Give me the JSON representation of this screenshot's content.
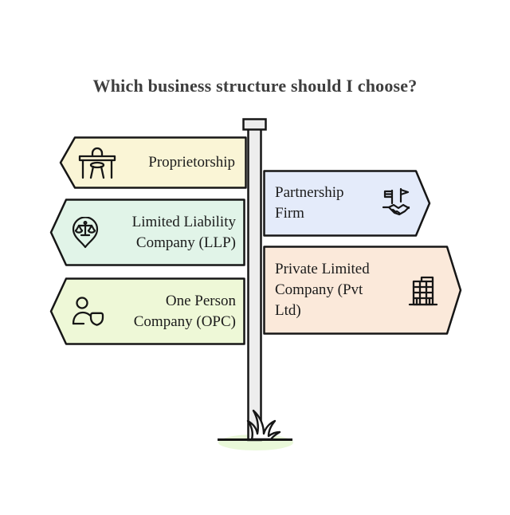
{
  "title": "Which business structure should I choose?",
  "colors": {
    "background": "#ffffff",
    "outline": "#161616",
    "title_text": "#3e3e3e",
    "sign_text": "#1b1b1b",
    "pole_fill": "#ededed",
    "grass_fill": "#ffffff",
    "ground_shadow": "#e9f8d9"
  },
  "signs": [
    {
      "id": "proprietorship",
      "direction": "left",
      "color": "#faf5d6",
      "icon": "desk-icon",
      "lines": [
        "Proprietorship"
      ]
    },
    {
      "id": "partnership-firm",
      "direction": "right",
      "color": "#e4ebfa",
      "icon": "handshake-flags-icon",
      "lines": [
        "Partnership",
        "Firm"
      ]
    },
    {
      "id": "llp",
      "direction": "left",
      "color": "#e1f4e8",
      "icon": "scales-pin-icon",
      "lines": [
        "Limited Liability",
        "Company (LLP)"
      ]
    },
    {
      "id": "pvt-ltd",
      "direction": "right",
      "color": "#fbe9da",
      "icon": "building-icon",
      "lines": [
        "Private Limited",
        "Company (Pvt",
        "Ltd)"
      ]
    },
    {
      "id": "opc",
      "direction": "left",
      "color": "#eef8d7",
      "icon": "person-shield-icon",
      "lines": [
        "One Person",
        "Company (OPC)"
      ]
    }
  ]
}
